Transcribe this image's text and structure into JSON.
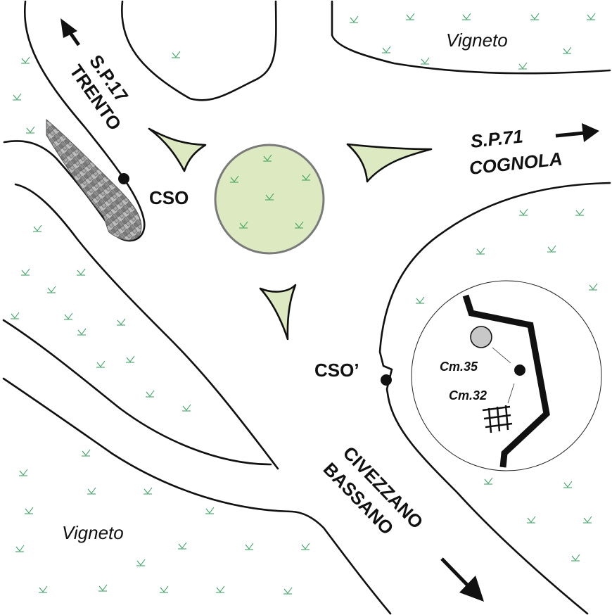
{
  "title": "Rotatoria S.P.17 / S.P.71 — planimetria",
  "colors": {
    "island_fill": "#dde9c0",
    "roundabout_fill": "#dde9c0",
    "roundabout_stroke": "#7a7a7a",
    "grass_symbol": "#2e9e5a",
    "line": "#111111",
    "cm35_fill": "#c8c8c8",
    "riprap_fill": "#9a9a9a"
  },
  "labels": {
    "vigneto_north": "Vigneto",
    "vigneto_south": "Vigneto",
    "sp17_line1": "S.P.17",
    "sp17_line2": "TRENTO",
    "sp71_line1": "S.P.71",
    "sp71_line2": "COGNOLA",
    "civezzano_line1": "CIVEZZANO",
    "civezzano_line2": "BASSANO",
    "cso": "CSO",
    "cso_prime": "CSO’",
    "cm35": "Cm.35",
    "cm32": "Cm.32"
  },
  "legend_symbols": {
    "grass": "grass-symbol",
    "arrow": "direction-arrow",
    "point": "sampling-point"
  }
}
